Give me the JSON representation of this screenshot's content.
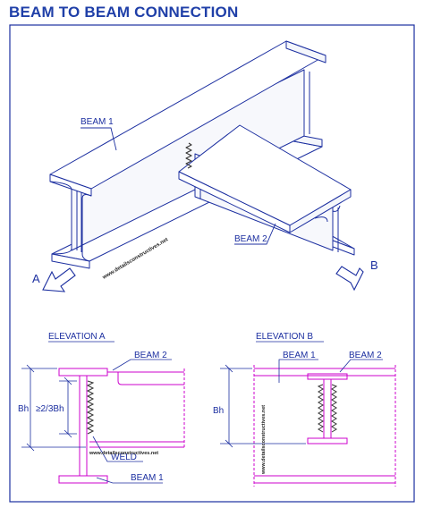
{
  "title": "BEAM TO BEAM CONNECTION",
  "iso": {
    "beam1_label": "BEAM 1",
    "beam2_label": "BEAM 2",
    "view_a": "A",
    "view_b": "B",
    "watermark": "www.detailsconstructives.net"
  },
  "elevation_a": {
    "title": "ELEVATION A",
    "beam2_label": "BEAM 2",
    "beam1_label": "BEAM 1",
    "weld_label": "WELD",
    "dim_height": "Bh",
    "dim_weld": "≥2/3Bh",
    "watermark": "www.detailsconstructives.net"
  },
  "elevation_b": {
    "title": "ELEVATION B",
    "beam1_label": "BEAM 1",
    "beam2_label": "BEAM 2",
    "dim_height": "Bh",
    "watermark": "www.detailsconstructives.net"
  },
  "colors": {
    "title": "#1f3fa8",
    "line": "#1c2fa0",
    "beam_outline": "#cc00cc",
    "weld": "#3a3a3a"
  }
}
